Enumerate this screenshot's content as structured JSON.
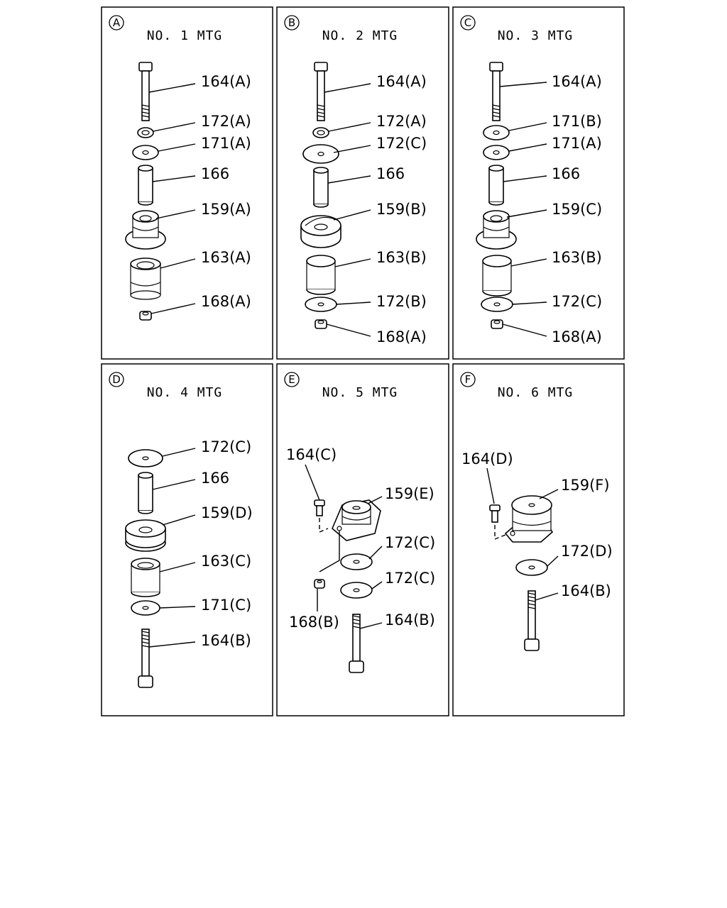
{
  "panels": [
    {
      "letter": "A",
      "title": "NO. 1  MTG",
      "labels": [
        "164(A)",
        "172(A)",
        "171(A)",
        "166",
        "159(A)",
        "163(A)",
        "168(A)"
      ]
    },
    {
      "letter": "B",
      "title": "NO. 2  MTG",
      "labels": [
        "164(A)",
        "172(A)",
        "172(C)",
        "166",
        "159(B)",
        "163(B)",
        "172(B)",
        "168(A)"
      ]
    },
    {
      "letter": "C",
      "title": "NO. 3  MTG",
      "labels": [
        "164(A)",
        "171(B)",
        "171(A)",
        "166",
        "159(C)",
        "163(B)",
        "172(C)",
        "168(A)"
      ]
    },
    {
      "letter": "D",
      "title": "NO. 4  MTG",
      "labels": [
        "172(C)",
        "166",
        "159(D)",
        "163(C)",
        "171(C)",
        "164(B)"
      ]
    },
    {
      "letter": "E",
      "title": "NO. 5  MTG",
      "labels": [
        "164(C)",
        "159(E)",
        "172(C)",
        "172(C)",
        "168(B)",
        "164(B)"
      ]
    },
    {
      "letter": "F",
      "title": "NO. 6  MTG",
      "labels": [
        "164(D)",
        "159(F)",
        "172(D)",
        "164(B)"
      ]
    }
  ]
}
